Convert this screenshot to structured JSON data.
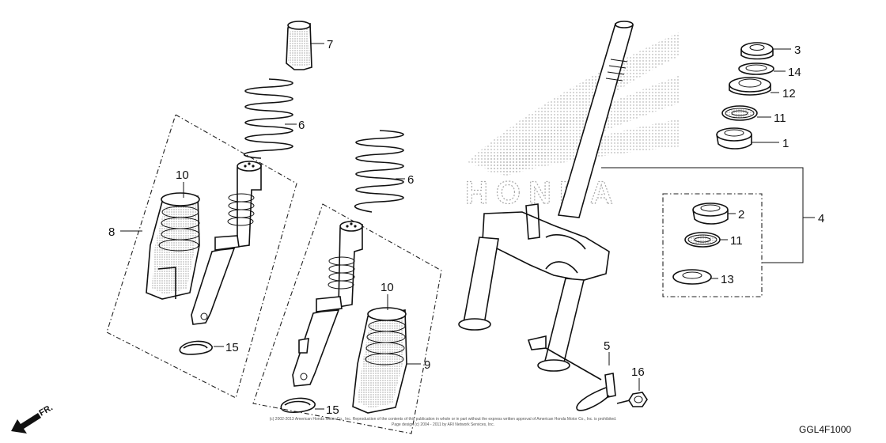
{
  "diagram": {
    "watermark_brand": "HONDA",
    "callouts": {
      "c1": "1",
      "c2": "2",
      "c3": "3",
      "c4": "4",
      "c5": "5",
      "c6a": "6",
      "c6b": "6",
      "c7": "7",
      "c8": "8",
      "c9": "9",
      "c10a": "10",
      "c10b": "10",
      "c11a": "11",
      "c11b": "11",
      "c12": "12",
      "c13": "13",
      "c14": "14",
      "c15a": "15",
      "c15b": "15",
      "c16": "16"
    },
    "direction_label": "FR.",
    "copyright_line1": "(c) 2002-2013 American Honda Motor Co., Inc. Reproduction of the contents of this publication in whole or in part without the express written approval of American Honda Motor Co., Inc. is prohibited.",
    "copyright_line2": "Page design (c) 2004 - 2011 by ARI Network Services, Inc.",
    "drawing_code": "GGL4F1000"
  }
}
